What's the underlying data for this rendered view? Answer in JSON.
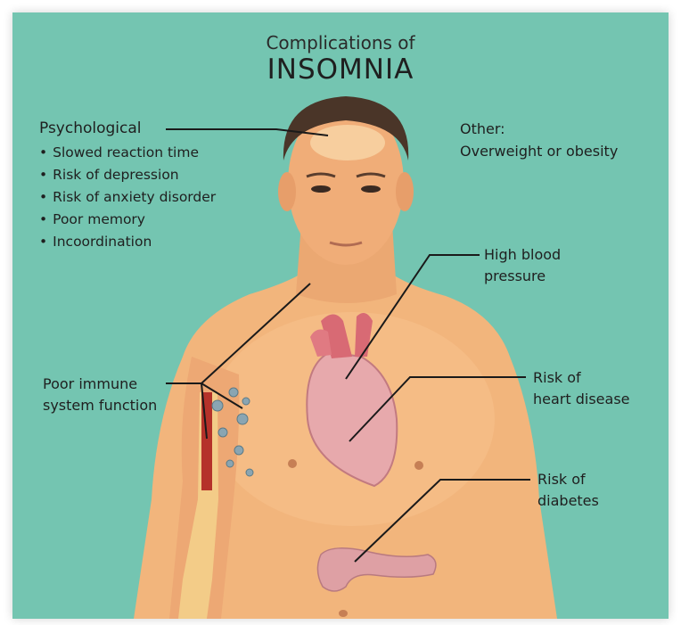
{
  "title": {
    "line1": "Complications of",
    "line2": "INSOMNIA"
  },
  "psychological": {
    "heading": "Psychological",
    "items": [
      "Slowed reaction time",
      "Risk of depression",
      "Risk of anxiety disorder",
      "Poor memory",
      "Incoordination"
    ]
  },
  "other": {
    "heading": "Other:",
    "item": "Overweight or obesity"
  },
  "high_blood_pressure": {
    "line1": "High blood",
    "line2": "pressure"
  },
  "heart_disease": {
    "line1": "Risk of",
    "line2": "heart disease"
  },
  "diabetes": {
    "line1": "Risk of",
    "line2": "diabetes"
  },
  "immune": {
    "line1": "Poor immune",
    "line2": "system function"
  },
  "colors": {
    "background": "#74c5b1",
    "skin": "#f2b57c",
    "hair": "#4a3528",
    "heart": "#e7a9ac",
    "pancreas": "#dea0a4",
    "bone_marrow": "#b5322a"
  }
}
